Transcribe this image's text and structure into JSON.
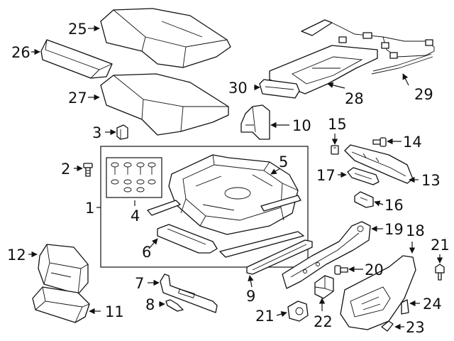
{
  "callouts": {
    "c1": "1",
    "c2": "2",
    "c3": "3",
    "c4": "4",
    "c5": "5",
    "c6": "6",
    "c7": "7",
    "c8": "8",
    "c9": "9",
    "c10": "10",
    "c11": "11",
    "c12": "12",
    "c13": "13",
    "c14": "14",
    "c15": "15",
    "c16": "16",
    "c17": "17",
    "c18": "18",
    "c19": "19",
    "c20": "20",
    "c21a": "21",
    "c21b": "21",
    "c22": "22",
    "c23": "23",
    "c24": "24",
    "c25": "25",
    "c26": "26",
    "c27": "27",
    "c28": "28",
    "c29": "29",
    "c30": "30"
  },
  "colors": {
    "ink": "#111111",
    "paper": "#ffffff"
  }
}
